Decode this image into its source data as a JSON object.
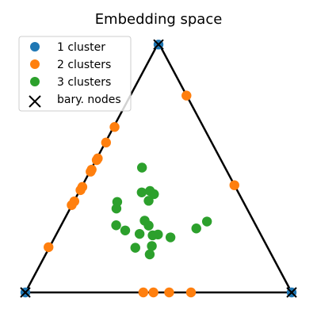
{
  "chart_data": {
    "type": "scatter",
    "title": "Embedding space",
    "xlim": [
      0,
      1
    ],
    "ylim": [
      0,
      0.8660254
    ],
    "grid": false,
    "axes_visible": false,
    "legend_position": "top-left",
    "triangle_vertices": [
      [
        0,
        0
      ],
      [
        1,
        0
      ],
      [
        0.5,
        0.8660254
      ]
    ],
    "series": [
      {
        "name": "1 cluster",
        "color": "#1f77b4",
        "marker": "circle",
        "points": [
          [
            0.5,
            0.86
          ],
          [
            0.0,
            0.0
          ],
          [
            1.0,
            0.0
          ]
        ]
      },
      {
        "name": "2 clusters",
        "color": "#ff7f0e",
        "marker": "circle",
        "points": [
          [
            0.605,
            0.683
          ],
          [
            0.785,
            0.372
          ],
          [
            0.335,
            0.574
          ],
          [
            0.303,
            0.52
          ],
          [
            0.272,
            0.465
          ],
          [
            0.268,
            0.459
          ],
          [
            0.249,
            0.426
          ],
          [
            0.245,
            0.419
          ],
          [
            0.214,
            0.366
          ],
          [
            0.207,
            0.355
          ],
          [
            0.184,
            0.316
          ],
          [
            0.174,
            0.303
          ],
          [
            0.087,
            0.157
          ],
          [
            0.443,
            0.0
          ],
          [
            0.481,
            0.0
          ],
          [
            0.54,
            0.0
          ],
          [
            0.622,
            0.0
          ]
        ]
      },
      {
        "name": "3 clusters",
        "color": "#2ca02c",
        "marker": "circle",
        "points": [
          [
            0.438,
            0.433
          ],
          [
            0.468,
            0.352
          ],
          [
            0.437,
            0.347
          ],
          [
            0.483,
            0.341
          ],
          [
            0.463,
            0.318
          ],
          [
            0.345,
            0.314
          ],
          [
            0.342,
            0.291
          ],
          [
            0.448,
            0.249
          ],
          [
            0.341,
            0.233
          ],
          [
            0.682,
            0.246
          ],
          [
            0.642,
            0.222
          ],
          [
            0.375,
            0.215
          ],
          [
            0.463,
            0.232
          ],
          [
            0.429,
            0.203
          ],
          [
            0.478,
            0.198
          ],
          [
            0.498,
            0.201
          ],
          [
            0.545,
            0.191
          ],
          [
            0.475,
            0.161
          ],
          [
            0.413,
            0.155
          ],
          [
            0.467,
            0.132
          ]
        ]
      },
      {
        "name": "bary. nodes",
        "color": "#000000",
        "marker": "x",
        "points": [
          [
            0.5,
            0.86
          ],
          [
            0.0,
            0.0
          ],
          [
            1.0,
            0.0
          ]
        ]
      }
    ]
  }
}
